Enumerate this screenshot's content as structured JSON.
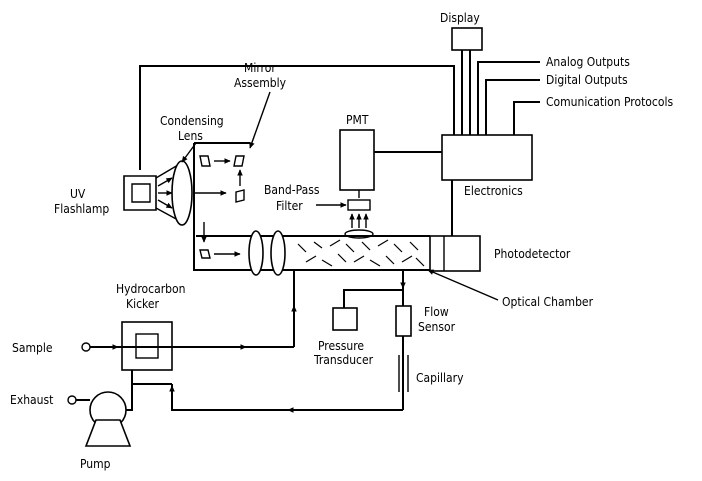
{
  "labels": {
    "display": "Display",
    "analog_outputs": "Analog Outputs",
    "digital_outputs": "Digital Outputs",
    "communication_protocols": "Comunication Protocols",
    "mirror_assembly_line1": "Mirror",
    "mirror_assembly_line2": "Assembly",
    "condensing_lens_line1": "Condensing",
    "condensing_lens_line2": "Lens",
    "pmt": "PMT",
    "band_pass_filter_line1": "Band-Pass",
    "band_pass_filter_line2": "Filter",
    "uv_flashlamp_line1": "UV",
    "uv_flashlamp_line2": "Flashlamp",
    "electronics": "Electronics",
    "photodetector": "Photodetector",
    "optical_chamber": "Optical Chamber",
    "hydrocarbon_kicker_line1": "Hydrocarbon",
    "hydrocarbon_kicker_line2": "Kicker",
    "sample": "Sample",
    "exhaust": "Exhaust",
    "pump": "Pump",
    "pressure_transducer_line1": "Pressure",
    "pressure_transducer_line2": "Transducer",
    "flow_sensor_line1": "Flow",
    "flow_sensor_line2": "Sensor",
    "capillary": "Capillary"
  }
}
